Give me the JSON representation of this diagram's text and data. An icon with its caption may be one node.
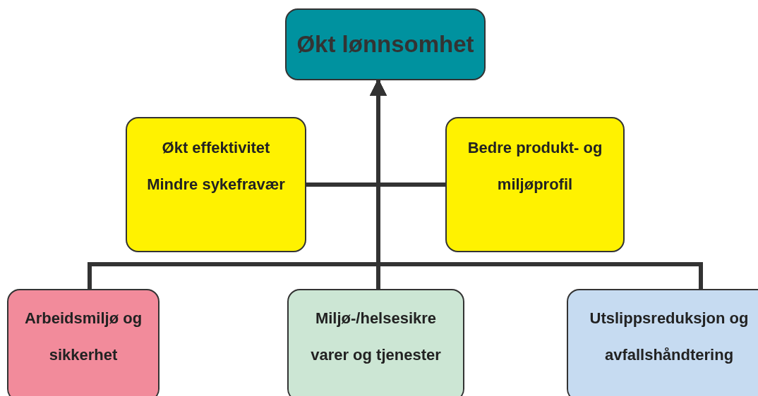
{
  "diagram": {
    "nodes": [
      {
        "text": [
          "Økt lønnsomhet"
        ]
      },
      {
        "text": [
          "Økt effektivitet",
          "Mindre sykefravær"
        ]
      },
      {
        "text": [
          "Bedre produkt- og miljøprofil"
        ]
      },
      {
        "text": [
          "Arbeidsmiljø og sikkerhet"
        ]
      },
      {
        "text": [
          "Miljø-/helsesikre varer og tjenester"
        ]
      },
      {
        "text": [
          "Utslippsreduksjon og avfallshåndtering"
        ]
      }
    ],
    "edges": [
      {
        "from": 1,
        "to": 0,
        "arrow": "to"
      },
      {
        "from": 2,
        "to": 0,
        "arrow": "to"
      },
      {
        "from": 3,
        "to": 0,
        "arrow": "to"
      },
      {
        "from": 4,
        "to": 0,
        "arrow": "to"
      },
      {
        "from": 5,
        "to": 0,
        "arrow": "to"
      }
    ]
  }
}
